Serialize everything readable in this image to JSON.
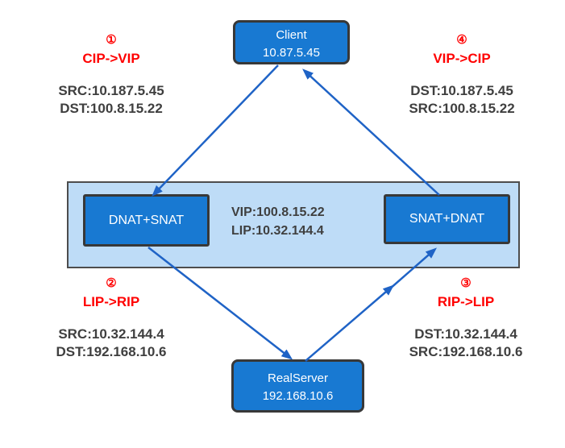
{
  "nodes": {
    "client": {
      "label": "Client",
      "ip": "10.87.5.45"
    },
    "real_server": {
      "label": "RealServer",
      "ip": "192.168.10.6"
    },
    "lb_left": {
      "label": "DNAT+SNAT"
    },
    "lb_right": {
      "label": "SNAT+DNAT"
    },
    "lb_info": {
      "vip": "VIP:100.8.15.22",
      "lip": "LIP:10.32.144.4"
    }
  },
  "steps": [
    {
      "num": "①",
      "title": "CIP->VIP",
      "line1": "SRC:10.187.5.45",
      "line2": "DST:100.8.15.22"
    },
    {
      "num": "②",
      "title": "LIP->RIP",
      "line1": "SRC:10.32.144.4",
      "line2": "DST:192.168.10.6"
    },
    {
      "num": "③",
      "title": "RIP->LIP",
      "line1": "DST:10.32.144.4",
      "line2": "SRC:192.168.10.6"
    },
    {
      "num": "④",
      "title": "VIP->CIP",
      "line1": "DST:10.187.5.45",
      "line2": "SRC:100.8.15.22"
    }
  ],
  "colors": {
    "background": "#ffffff",
    "node_fill": "#1879d2",
    "node_border": "#383838",
    "band_fill": "#bedcf7",
    "band_border": "#4d4d4d",
    "arrow": "#1f63c6",
    "step_label": "#ff0000",
    "address_text": "#3f3f3f"
  }
}
